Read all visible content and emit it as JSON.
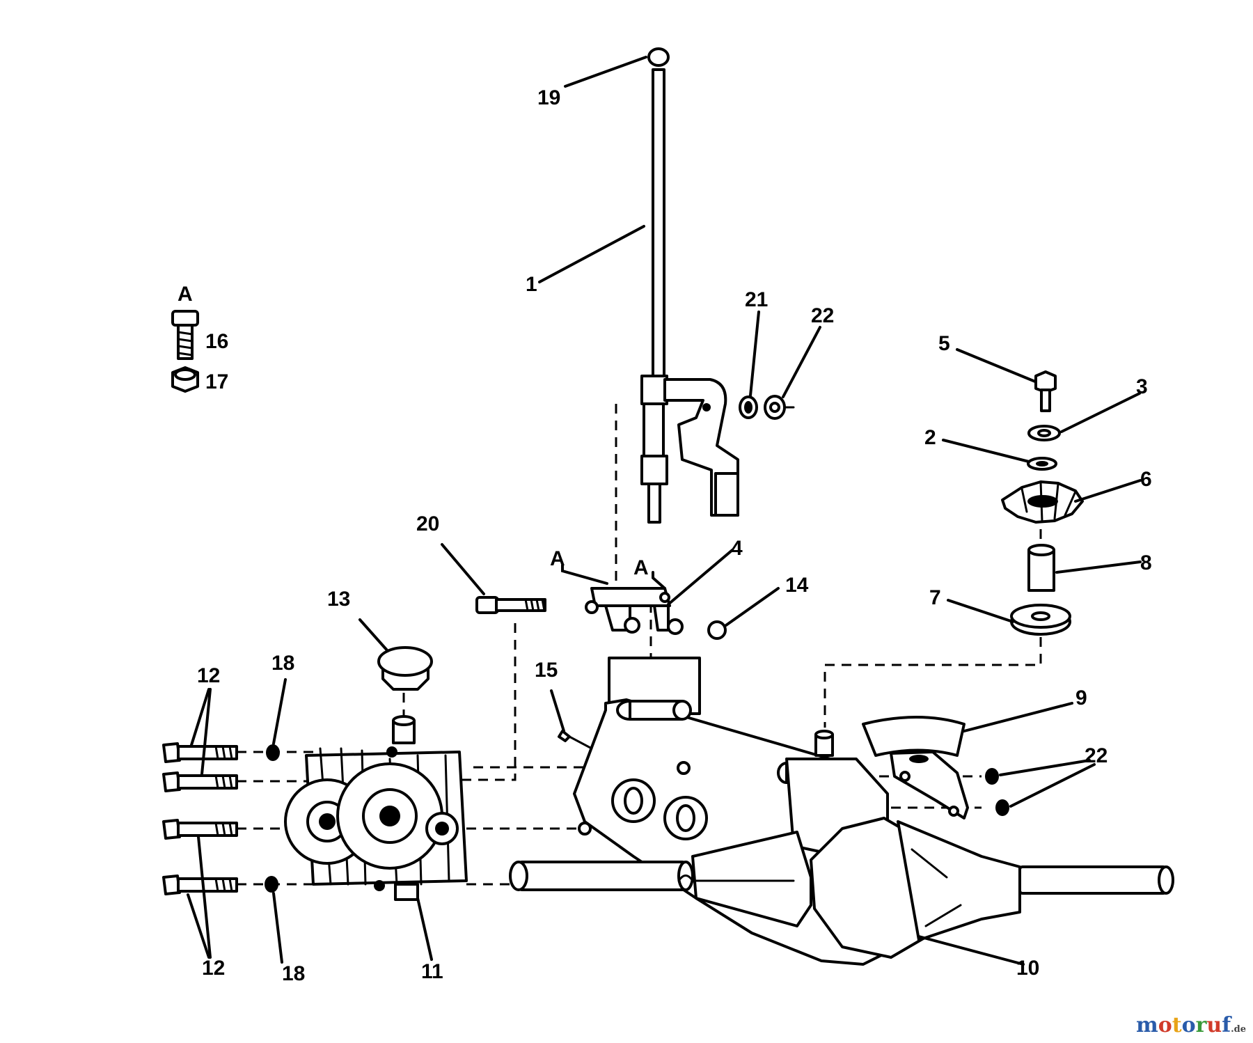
{
  "diagram": {
    "callouts": {
      "c1": "1",
      "c2": "2",
      "c3": "3",
      "c4": "4",
      "c5": "5",
      "c6": "6",
      "c7": "7",
      "c8": "8",
      "c9": "9",
      "c10": "10",
      "c11": "11",
      "c12_top": "12",
      "c12_bottom": "12",
      "c13": "13",
      "c14": "14",
      "c15": "15",
      "c16": "16",
      "c17": "17",
      "c18_top": "18",
      "c18_bottom": "18",
      "c19": "19",
      "c20": "20",
      "c21": "21",
      "c22_top": "22",
      "c22_right": "22"
    },
    "assembly_mark": "A",
    "assembly_mark_left": "A",
    "assembly_mark_right": "A"
  },
  "watermark": {
    "letters": [
      "m",
      "o",
      "t",
      "o",
      "r",
      "u",
      "f"
    ],
    "letter_colors": [
      "#2a5caa",
      "#d13b2a",
      "#e8a317",
      "#2a5caa",
      "#3a9a3a",
      "#d13b2a",
      "#2a5caa"
    ],
    "suffix": ".de"
  }
}
